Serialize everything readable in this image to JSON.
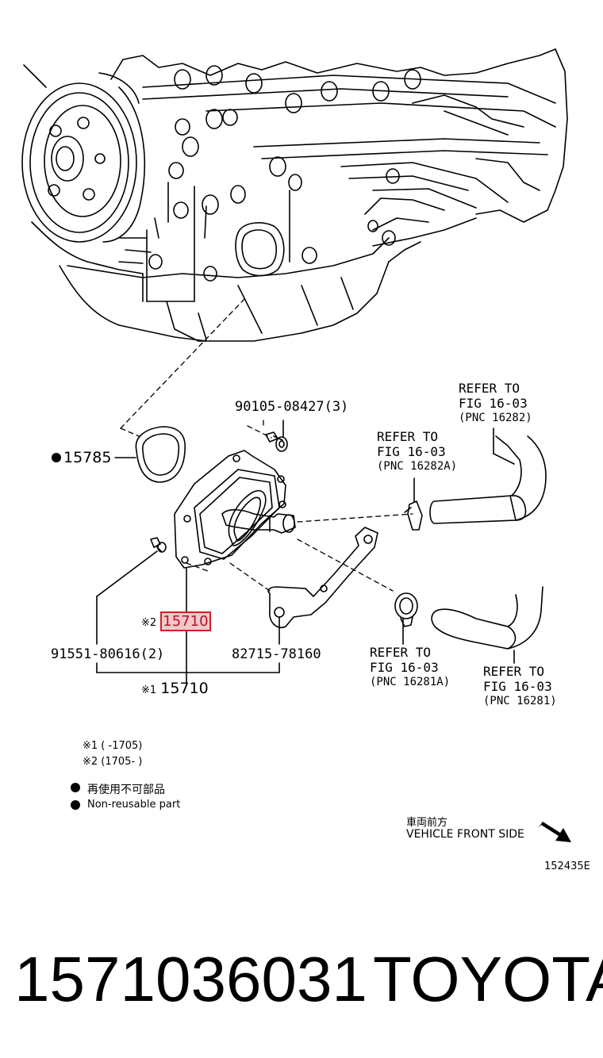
{
  "parts": {
    "bolt_top": "90105-08427(3)",
    "gasket": "15785",
    "bolt_left": "91551-80616(2)",
    "bracket": "82715-78160",
    "cooler_v2_prefix": "※2",
    "cooler_v2": "15710",
    "cooler_v1_prefix": "※1",
    "cooler_v1": "15710"
  },
  "refers": [
    {
      "line1": "REFER TO",
      "line2": "FIG 16-03",
      "pnc": "(PNC 16282)"
    },
    {
      "line1": "REFER TO",
      "line2": "FIG 16-03",
      "pnc": "(PNC 16282A)"
    },
    {
      "line1": "REFER TO",
      "line2": "FIG 16-03",
      "pnc": "(PNC 16281A)"
    },
    {
      "line1": "REFER TO",
      "line2": "FIG 16-03",
      "pnc": "(PNC 16281)"
    }
  ],
  "notes": {
    "v1": "※1 (      -1705)",
    "v2": "※2 (1705-      )",
    "nonreusable_jp": "再使用不可部品",
    "nonreusable_en": "Non-reusable part"
  },
  "direction": {
    "jp": "車両前方",
    "en": "VEHICLE FRONT SIDE"
  },
  "diagram_code": "152435E",
  "footer": {
    "part_number": "1571036031",
    "brand": "TOYOTA"
  }
}
